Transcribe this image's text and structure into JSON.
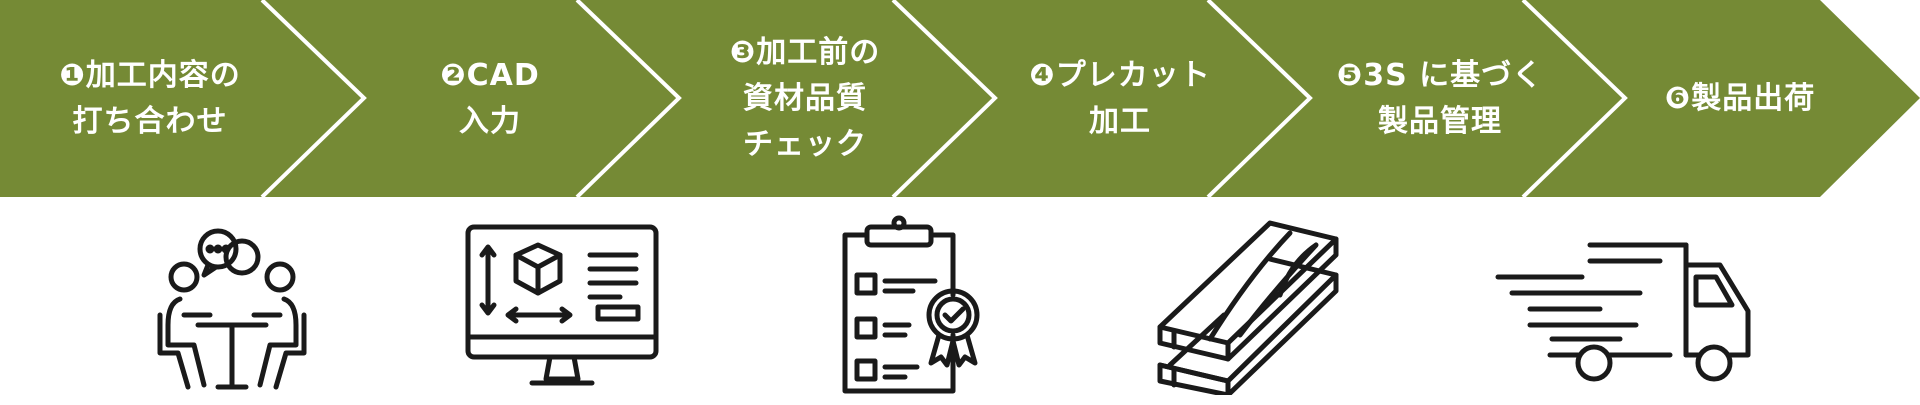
{
  "colors": {
    "band": "#758A35",
    "divider": "#ffffff",
    "text": "#ffffff",
    "icon_stroke": "#1a1a1a"
  },
  "steps": [
    {
      "label": "❶加工内容の\n打ち合わせ",
      "icon": "meeting-icon"
    },
    {
      "label": "❷CAD\n入力",
      "icon": "cad-monitor-icon"
    },
    {
      "label": "❸加工前の\n資材品質\nチェック",
      "icon": "quality-checklist-icon"
    },
    {
      "label": "❹プレカット\n加工",
      "icon": "lumber-icon"
    },
    {
      "label": "❺3S に基づく\n製品管理",
      "icon": "-"
    },
    {
      "label": "❻製品出荷",
      "icon": "delivery-truck-icon"
    }
  ]
}
